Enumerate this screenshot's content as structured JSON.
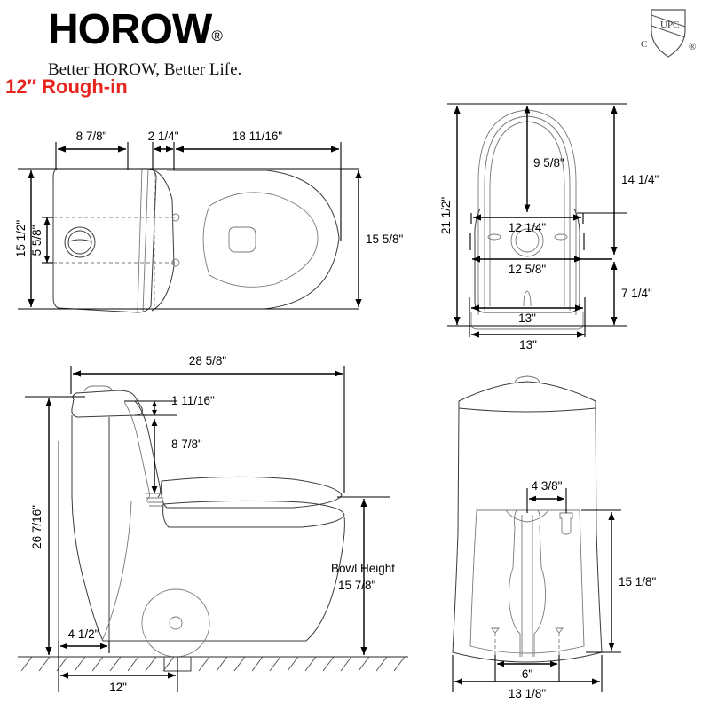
{
  "header": {
    "brand": "HOROW",
    "brand_registered": "®",
    "tagline": "Better HOROW, Better Life.",
    "rough_in": "12″ Rough-in",
    "rough_in_color": "#e8241f"
  },
  "certification": {
    "badge_name": "upc-shield",
    "mark": "UPC",
    "left_letter": "C",
    "right_letter": "®"
  },
  "views": {
    "top": {
      "name": "top-view",
      "dimensions": {
        "tank_depth": "8 7/8\"",
        "tank_to_bowl_gap": "2 1/4\"",
        "bowl_length": "18 11/16\"",
        "tank_width": "15 1/2\"",
        "bolt_spacing": "5 5/8\"",
        "bowl_width": "15 5/8\""
      }
    },
    "front": {
      "name": "front-view",
      "dimensions": {
        "overall_height": "21 1/2\"",
        "seat_arc_height": "9 5/8\"",
        "upper_height": "14 1/4\"",
        "seat_width": "12 1/4\"",
        "bowl_width": "12 5/8\"",
        "lower_height": "7 1/4\"",
        "base_width": "13\"",
        "footprint_width": "13\""
      }
    },
    "side": {
      "name": "side-view",
      "dimensions": {
        "overall_length": "28 5/8\"",
        "lid_thickness": "1 11/16\"",
        "tank_drop": "8 7/8\"",
        "overall_height": "26 7/16\"",
        "bowl_height_label": "Bowl Height",
        "bowl_height_value": "15 7/8\"",
        "rear_clearance": "4 1/2\"",
        "rough_in": "12\""
      }
    },
    "rear": {
      "name": "rear-view",
      "dimensions": {
        "trapway_offset": "4 3/8\"",
        "base_height": "15 1/8\"",
        "bolt_spacing": "6\"",
        "base_width": "13 1/8\""
      }
    }
  }
}
